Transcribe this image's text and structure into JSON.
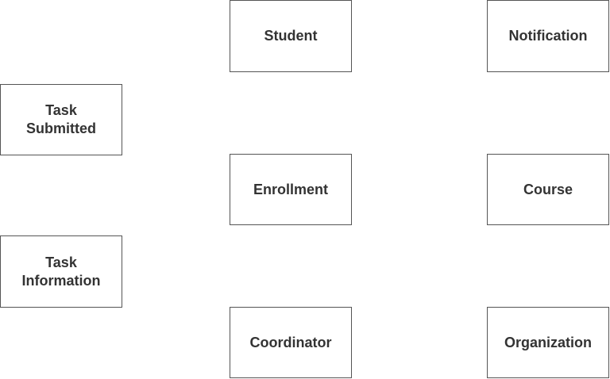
{
  "entities": {
    "student": "Student",
    "notification": "Notification",
    "task_submitted": "Task\nSubmitted",
    "enrollment": "Enrollment",
    "course": "Course",
    "task_information": "Task\nInformation",
    "coordinator": "Coordinator",
    "organization": "Organization"
  }
}
